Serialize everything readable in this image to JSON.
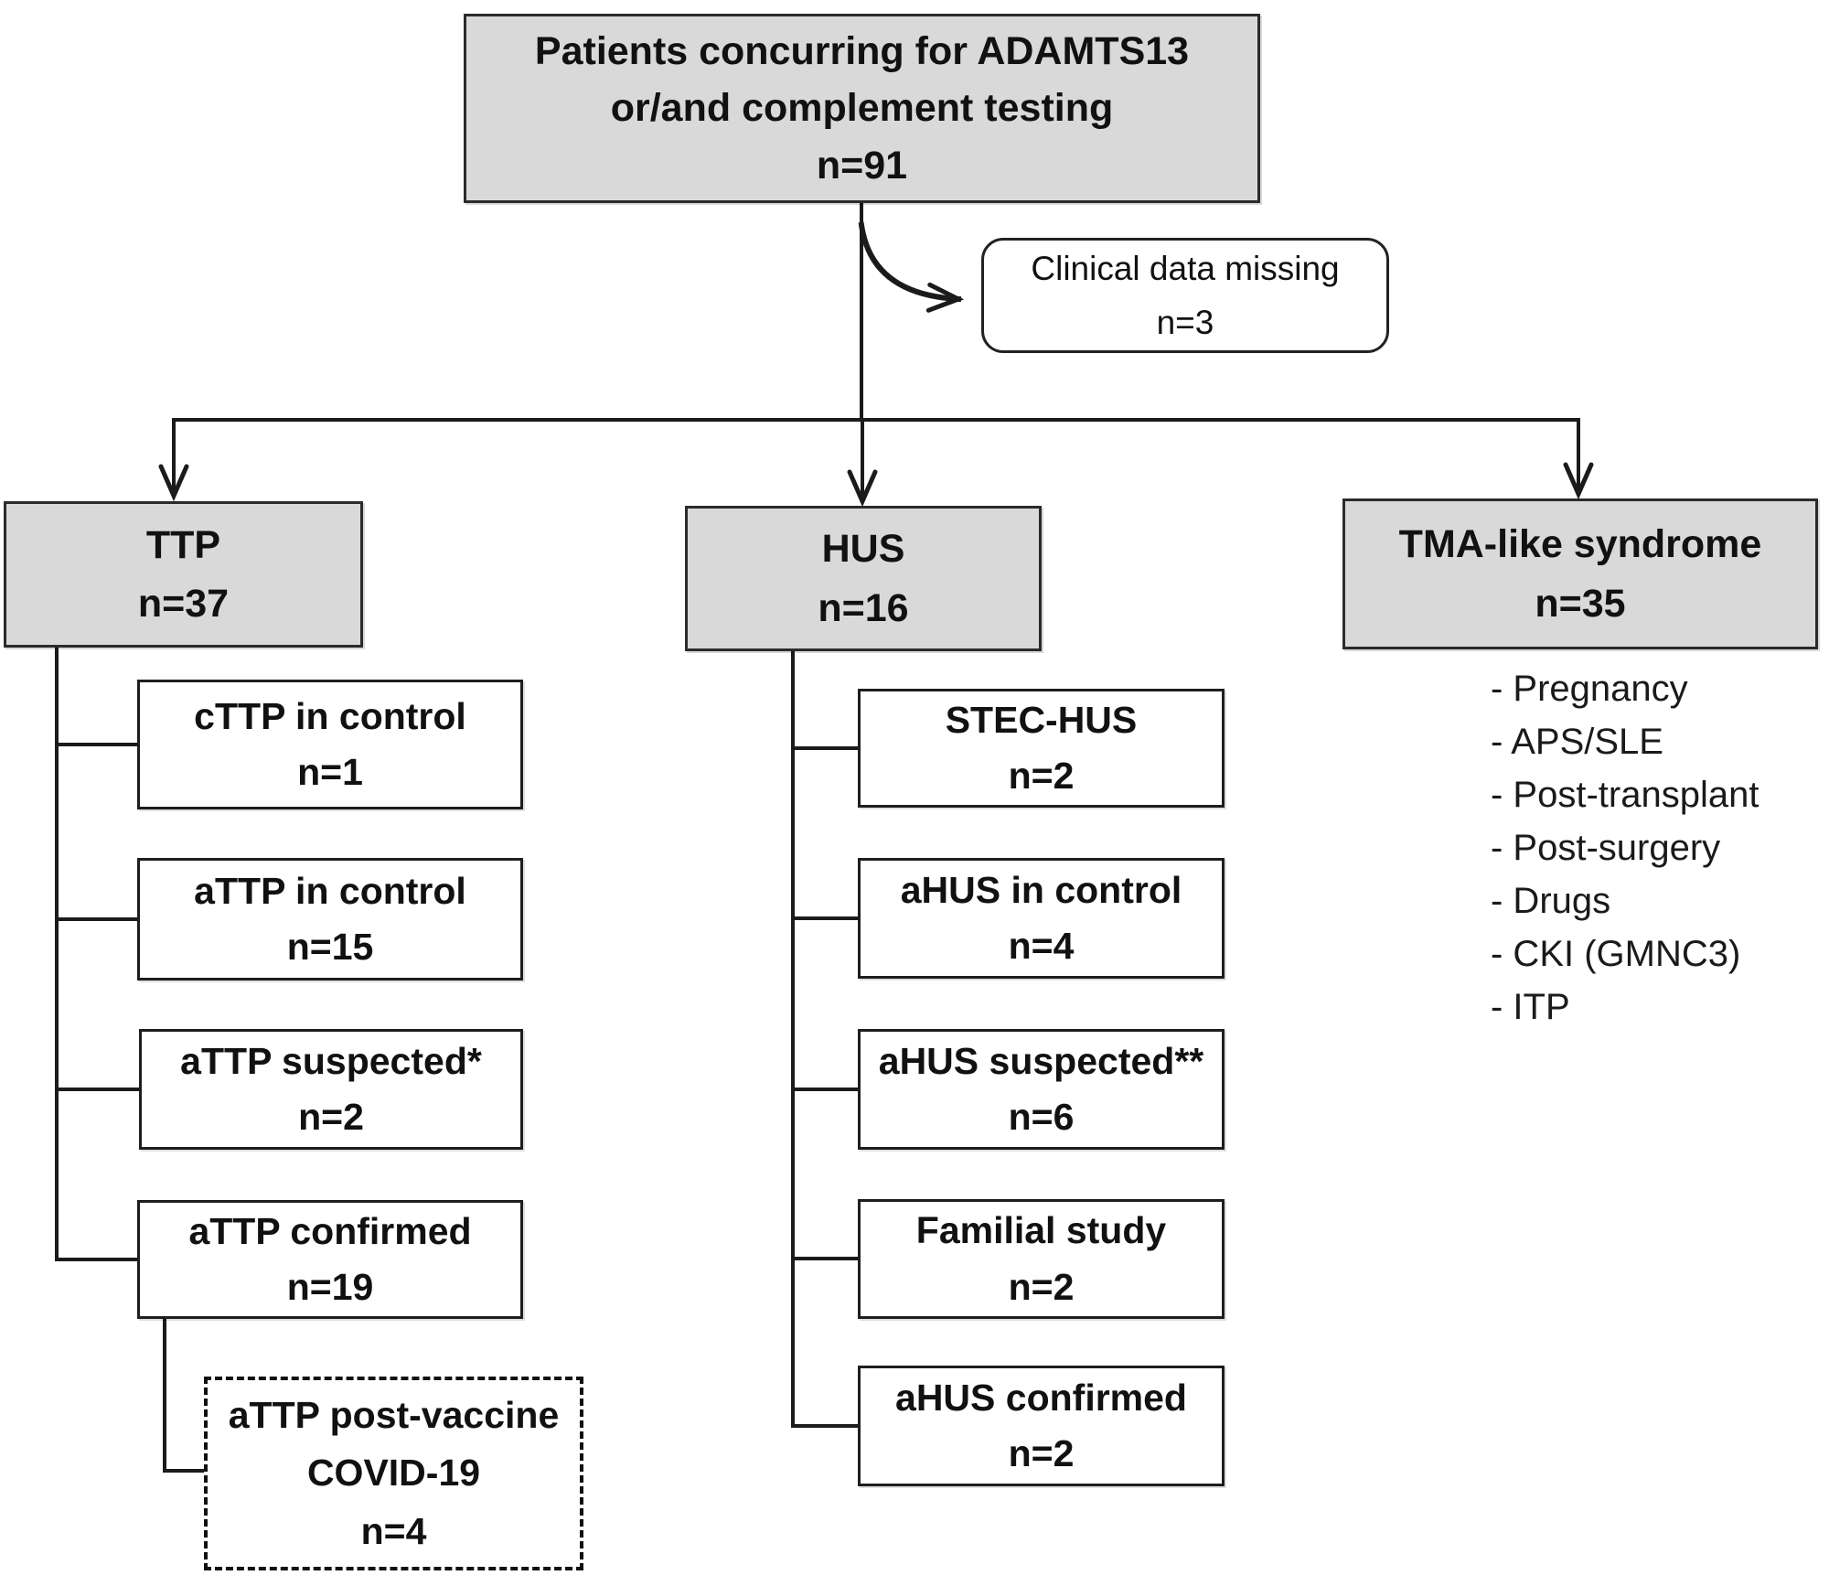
{
  "diagram": {
    "title_hint": "TMA patient testing flowchart",
    "colors": {
      "box_fill": "#d9d9d9",
      "line": "#1b1b1b",
      "white_fill": "#ffffff",
      "text": "#111111"
    },
    "root": {
      "title": "Patients concurring for ADAMTS13\nor/and complement testing",
      "count": "n=91"
    },
    "exclusion": {
      "title": "Clinical data missing",
      "count": "n=3"
    },
    "branches": {
      "ttp": {
        "title": "TTP",
        "count": "n=37",
        "children": [
          {
            "label": "cTTP in control",
            "count": "n=1"
          },
          {
            "label": "aTTP in control",
            "count": "n=15"
          },
          {
            "label": "aTTP suspected*",
            "count": "n=2"
          },
          {
            "label": "aTTP confirmed",
            "count": "n=19"
          }
        ],
        "sub": {
          "label": "aTTP post-vaccine\nCOVID-19",
          "count": "n=4"
        }
      },
      "hus": {
        "title": "HUS",
        "count": "n=16",
        "children": [
          {
            "label": "STEC-HUS",
            "count": "n=2"
          },
          {
            "label": "aHUS in control",
            "count": "n=4"
          },
          {
            "label": "aHUS suspected**",
            "count": "n=6"
          },
          {
            "label": "Familial study",
            "count": "n=2"
          },
          {
            "label": "aHUS confirmed",
            "count": "n=2"
          }
        ]
      },
      "tma": {
        "title": "TMA-like syndrome",
        "count": "n=35",
        "items": [
          "- Pregnancy",
          "- APS/SLE",
          "- Post-transplant",
          "- Post-surgery",
          "- Drugs",
          "- CKI (GMNC3)",
          "- ITP"
        ]
      }
    }
  }
}
